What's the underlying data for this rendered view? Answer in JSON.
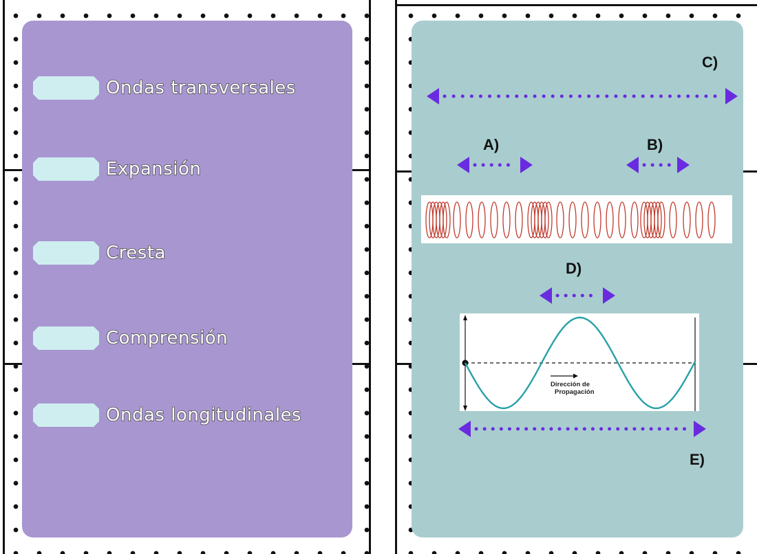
{
  "left_card": {
    "terms": [
      {
        "label": "Ondas transversales"
      },
      {
        "label": "Expansión"
      },
      {
        "label": "Cresta"
      },
      {
        "label": "Comprensión"
      },
      {
        "label": "Ondas longitudinales"
      }
    ]
  },
  "right_card": {
    "labels": {
      "a": "A)",
      "b": "B)",
      "c": "C)",
      "d": "D)",
      "e": "E)"
    },
    "wave_diagram": {
      "direction_text_line1": "Dirección de",
      "direction_text_line2": "Propagación"
    }
  },
  "colors": {
    "left_panel": "#a896d0",
    "right_panel": "#a9cdcf",
    "term_box": "#cfeef0",
    "arrow": "#6a2be0",
    "spring": "#c0392b",
    "wave": "#27a0a8"
  }
}
